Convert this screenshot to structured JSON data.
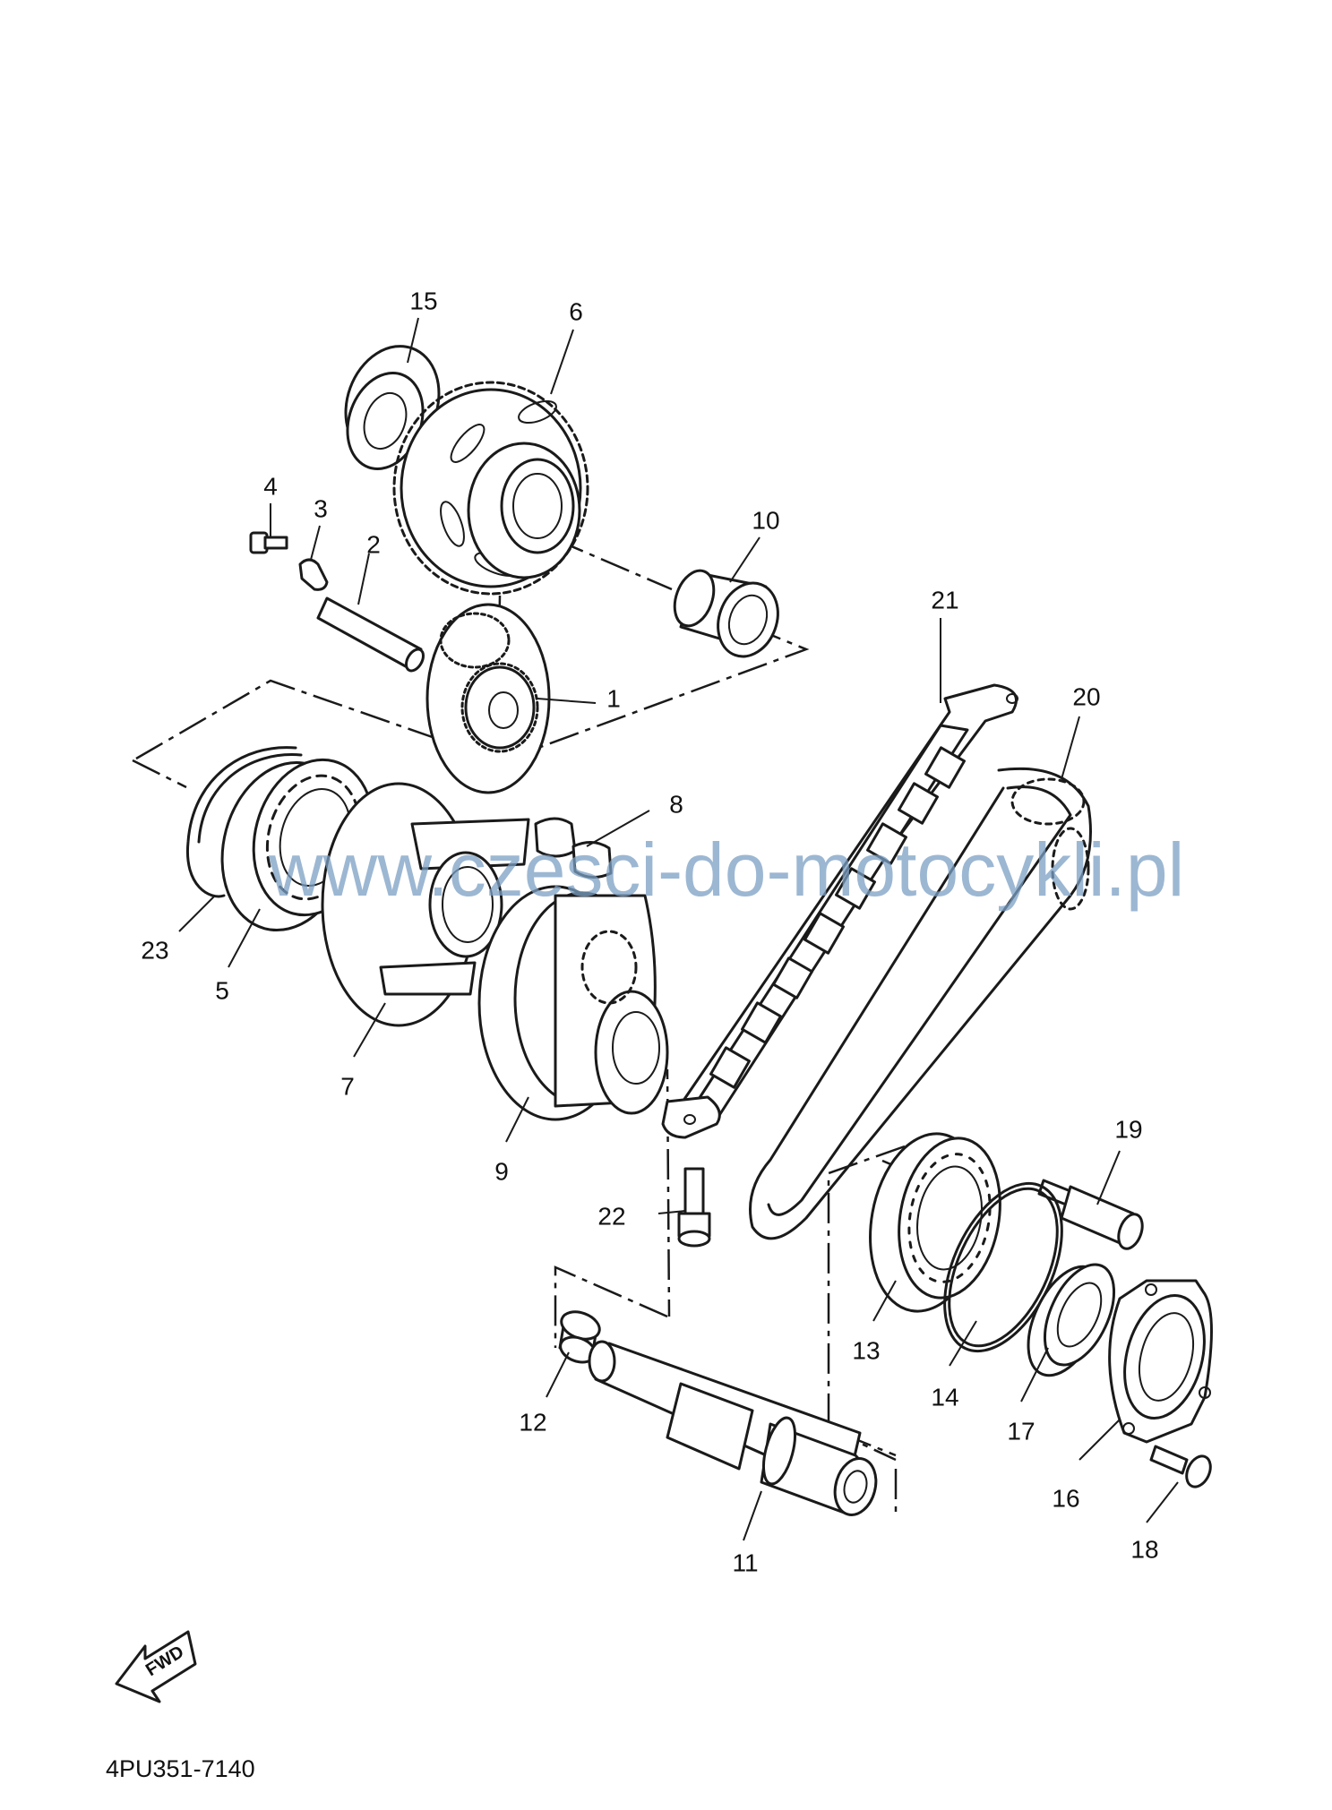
{
  "diagram": {
    "part_code": "4PU351-7140",
    "watermark": "www.czesci-do-motocykli.pl",
    "fwd_label": "FWD",
    "callouts": [
      {
        "id": "c1",
        "label": "1"
      },
      {
        "id": "c2",
        "label": "2"
      },
      {
        "id": "c3",
        "label": "3"
      },
      {
        "id": "c4",
        "label": "4"
      },
      {
        "id": "c5",
        "label": "5"
      },
      {
        "id": "c6",
        "label": "6"
      },
      {
        "id": "c7",
        "label": "7"
      },
      {
        "id": "c8",
        "label": "8"
      },
      {
        "id": "c9",
        "label": "9"
      },
      {
        "id": "c10",
        "label": "10"
      },
      {
        "id": "c11",
        "label": "11"
      },
      {
        "id": "c12",
        "label": "12"
      },
      {
        "id": "c13",
        "label": "13"
      },
      {
        "id": "c14",
        "label": "14"
      },
      {
        "id": "c15",
        "label": "15"
      },
      {
        "id": "c16",
        "label": "16"
      },
      {
        "id": "c17",
        "label": "17"
      },
      {
        "id": "c18",
        "label": "18"
      },
      {
        "id": "c19",
        "label": "19"
      },
      {
        "id": "c20",
        "label": "20"
      },
      {
        "id": "c21",
        "label": "21"
      },
      {
        "id": "c22",
        "label": "22"
      },
      {
        "id": "c23",
        "label": "23"
      }
    ]
  }
}
